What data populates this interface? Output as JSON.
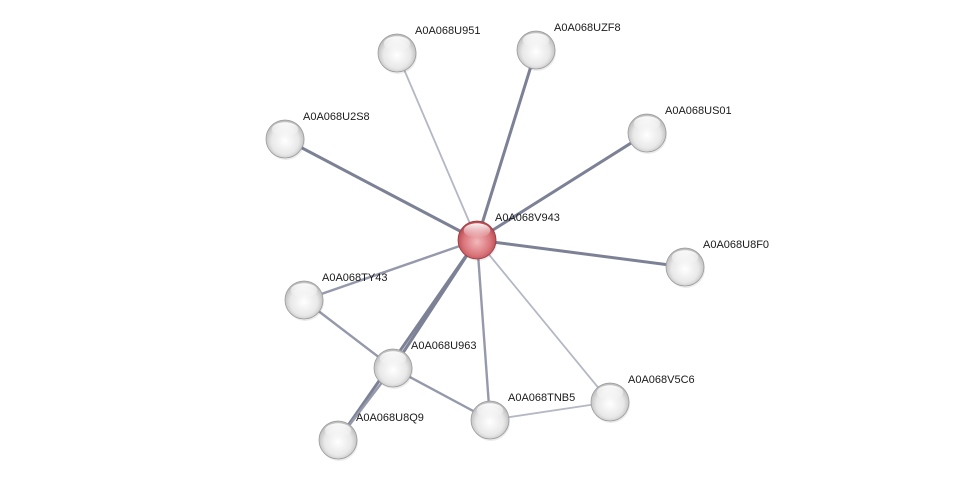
{
  "center": "A0A068V943",
  "nodes": [
    {
      "id": "A0A068V943",
      "query": true
    },
    {
      "id": "A0A068U951",
      "query": false
    },
    {
      "id": "A0A068UZF8",
      "query": false
    },
    {
      "id": "A0A068U2S8",
      "query": false
    },
    {
      "id": "A0A068US01",
      "query": false
    },
    {
      "id": "A0A068U8F0",
      "query": false
    },
    {
      "id": "A0A068TY43",
      "query": false
    },
    {
      "id": "A0A068U963",
      "query": false
    },
    {
      "id": "A0A068U8Q9",
      "query": false
    },
    {
      "id": "A0A068TNB5",
      "query": false
    },
    {
      "id": "A0A068V5C6",
      "query": false
    }
  ],
  "edges": [
    {
      "source": "A0A068V943",
      "target": "A0A068U951",
      "strength": "weak"
    },
    {
      "source": "A0A068V943",
      "target": "A0A068UZF8",
      "strength": "strong"
    },
    {
      "source": "A0A068V943",
      "target": "A0A068U2S8",
      "strength": "strong"
    },
    {
      "source": "A0A068V943",
      "target": "A0A068US01",
      "strength": "strong"
    },
    {
      "source": "A0A068V943",
      "target": "A0A068U8F0",
      "strength": "strong"
    },
    {
      "source": "A0A068V943",
      "target": "A0A068TY43",
      "strength": "medium"
    },
    {
      "source": "A0A068V943",
      "target": "A0A068U963",
      "strength": "strong"
    },
    {
      "source": "A0A068V943",
      "target": "A0A068U8Q9",
      "strength": "strong"
    },
    {
      "source": "A0A068V943",
      "target": "A0A068TNB5",
      "strength": "medium"
    },
    {
      "source": "A0A068V943",
      "target": "A0A068V5C6",
      "strength": "weak"
    },
    {
      "source": "A0A068TY43",
      "target": "A0A068U963",
      "strength": "medium"
    },
    {
      "source": "A0A068U963",
      "target": "A0A068U8Q9",
      "strength": "medium"
    },
    {
      "source": "A0A068U963",
      "target": "A0A068TNB5",
      "strength": "medium"
    },
    {
      "source": "A0A068TNB5",
      "target": "A0A068V5C6",
      "strength": "weak"
    }
  ],
  "colors": {
    "query_node": "#d9747a",
    "partner_node": "#e6e6e6",
    "edge_strong": "#7d8196",
    "edge_medium": "#9599ab",
    "edge_weak": "#b4b7c4"
  }
}
